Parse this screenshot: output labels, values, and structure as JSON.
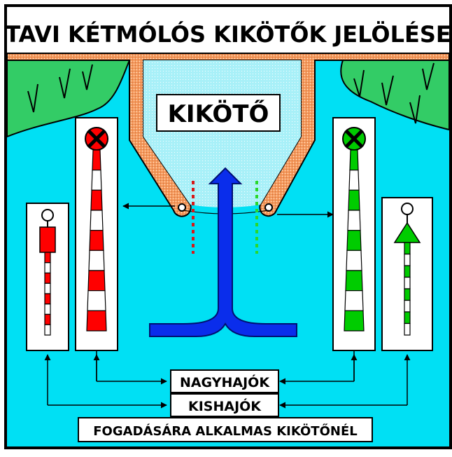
{
  "title": "TAVI KÉTMÓLÓS KIKÖTŐK JELÖLÉSE",
  "harbor_label": "KIKÖTŐ",
  "legend": {
    "large_ships": "NAGYHAJÓK",
    "small_ships": "KISHAJÓK",
    "condition": "FOGADÁSÁRA ALKALMAS  KIKÖTŐNÉL"
  },
  "colors": {
    "water": "#00E0F4",
    "harbor_water": "#A8F0F8",
    "land": "#33CC66",
    "mole": "#F59A5C",
    "port_red": "#FF0000",
    "starboard_green": "#00CC00",
    "arrow_blue": "#0A2DEB",
    "frame": "#000000",
    "white": "#FFFFFF"
  },
  "icons": {
    "harbor_arrow": "entry-arrow-icon",
    "top_mark_red": "x-topmark-red-icon",
    "top_mark_green": "x-topmark-green-icon",
    "cone": "green-cone-topmark-icon"
  }
}
